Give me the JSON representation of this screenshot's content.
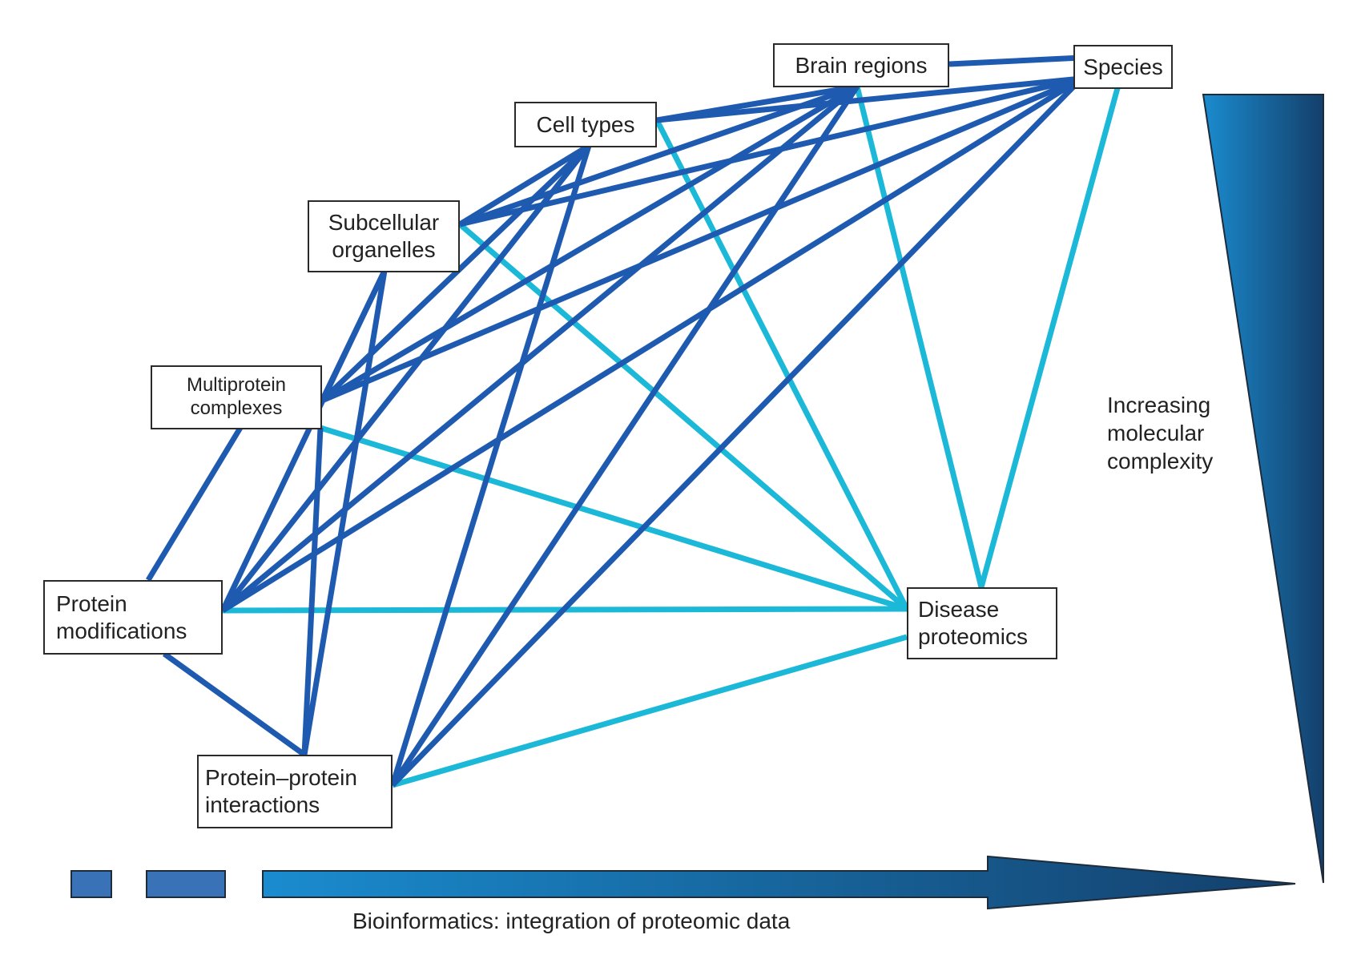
{
  "diagram": {
    "nodes": [
      {
        "id": "species",
        "lines": [
          "Species"
        ]
      },
      {
        "id": "brain",
        "lines": [
          "Brain regions"
        ]
      },
      {
        "id": "cell",
        "lines": [
          "Cell types"
        ]
      },
      {
        "id": "subcellular",
        "lines": [
          "Subcellular",
          "organelles"
        ]
      },
      {
        "id": "multiprotein",
        "lines": [
          "Multiprotein",
          "complexes"
        ]
      },
      {
        "id": "protmod",
        "lines": [
          "Protein",
          "modifications"
        ]
      },
      {
        "id": "ppi",
        "lines": [
          "Protein–protein",
          "interactions"
        ]
      },
      {
        "id": "disease",
        "lines": [
          "Disease",
          "proteomics"
        ]
      }
    ],
    "edge_colors": {
      "core": "#1e5bb0",
      "disease": "#1bb8d8"
    },
    "core_edges": [
      [
        "brain",
        "species"
      ],
      [
        "cell",
        "species"
      ],
      [
        "subcellular",
        "species"
      ],
      [
        "multiprotein",
        "species"
      ],
      [
        "protmod",
        "species"
      ],
      [
        "ppi",
        "species"
      ],
      [
        "cell",
        "brain"
      ],
      [
        "subcellular",
        "brain"
      ],
      [
        "multiprotein",
        "brain"
      ],
      [
        "protmod",
        "brain"
      ],
      [
        "ppi",
        "brain"
      ],
      [
        "subcellular",
        "cell"
      ],
      [
        "multiprotein",
        "cell"
      ],
      [
        "protmod",
        "cell"
      ],
      [
        "ppi",
        "cell"
      ],
      [
        "multiprotein",
        "subcellular"
      ],
      [
        "protmod",
        "subcellular"
      ],
      [
        "ppi",
        "subcellular"
      ],
      [
        "protmod",
        "multiprotein"
      ],
      [
        "ppi",
        "multiprotein"
      ],
      [
        "ppi",
        "protmod"
      ]
    ],
    "disease_edges": [
      [
        "species",
        "disease"
      ],
      [
        "brain",
        "disease"
      ],
      [
        "cell",
        "disease"
      ],
      [
        "subcellular",
        "disease"
      ],
      [
        "multiprotein",
        "disease"
      ],
      [
        "protmod",
        "disease"
      ],
      [
        "ppi",
        "disease"
      ]
    ],
    "complexity_label": [
      "Increasing",
      "molecular",
      "complexity"
    ],
    "bioinformatics_label": "Bioinformatics: integration of proteomic data",
    "gradient_colors": {
      "light": "#1a8ccf",
      "dark": "#143f6b",
      "segment": "#3a72b8",
      "outline": "#1d2b3a"
    }
  }
}
